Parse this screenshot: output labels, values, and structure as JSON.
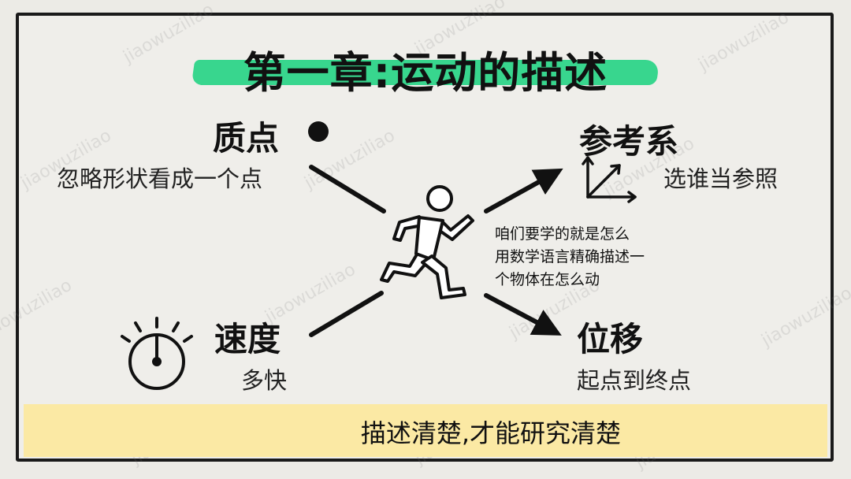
{
  "title": "第一章:运动的描述",
  "watermark": "jiaowuziliao",
  "nodes": {
    "point": {
      "heading": "质点",
      "desc": "忽略形状看成一个点"
    },
    "reference": {
      "heading": "参考系",
      "desc": "选谁当参照"
    },
    "speed": {
      "heading": "速度",
      "desc": "多快"
    },
    "displacement": {
      "heading": "位移",
      "desc": "起点到终点"
    }
  },
  "center_note": {
    "line1": "咱们要学的就是怎么",
    "line2": "用数学语言精确描述一",
    "line3": "个物体在怎么动"
  },
  "footer": "描述清楚,才能研究清楚",
  "colors": {
    "highlight": "#38d68e",
    "footer_bg": "#fbe9a4",
    "ink": "#111111"
  },
  "icons": [
    "dot-icon",
    "axes-icon",
    "runner-icon",
    "stopwatch-icon"
  ]
}
